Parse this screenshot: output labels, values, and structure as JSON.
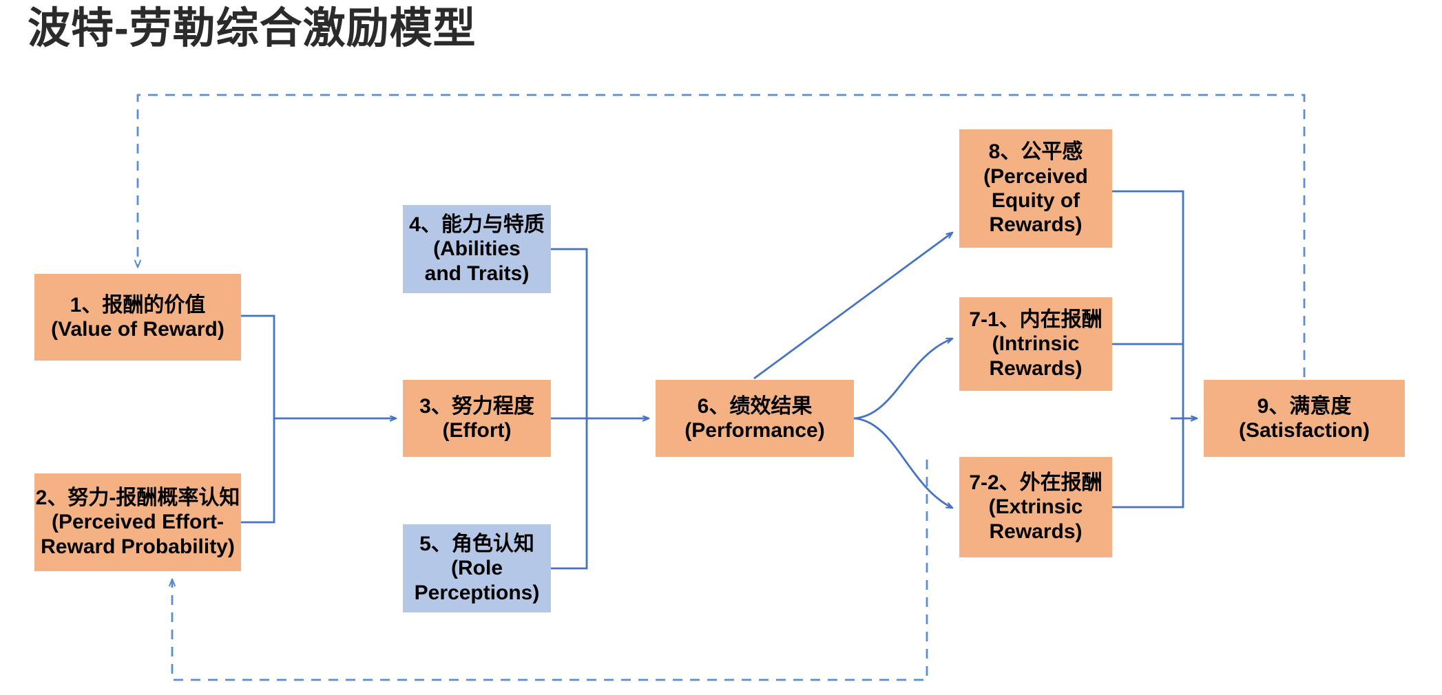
{
  "title": "波特-劳勒综合激励模型",
  "colors": {
    "orange_fill": "#F4B183",
    "blue_fill": "#B4C7E7",
    "connector": "#4472C4",
    "dashed_connector": "#5B8BD0",
    "title_text": "#2B2B2B",
    "node_text": "#000000"
  },
  "nodes": [
    {
      "id": "1",
      "name": "value-of-reward",
      "fill": "orange",
      "lines": [
        "1、报酬的价值",
        "(Value of Reward)"
      ],
      "zh": "1、报酬的价值",
      "en": "(Value of Reward)"
    },
    {
      "id": "2",
      "name": "perceived-effort-reward-probability",
      "fill": "orange",
      "lines": [
        "2、努力-报酬概率认知",
        "(Perceived Effort-",
        "Reward Probability)"
      ],
      "zh": "2、努力-报酬概率认知",
      "en": "(Perceived Effort-Reward Probability)"
    },
    {
      "id": "3",
      "name": "effort",
      "fill": "orange",
      "lines": [
        "3、努力程度",
        "(Effort)"
      ],
      "zh": "3、努力程度",
      "en": "(Effort)"
    },
    {
      "id": "4",
      "name": "abilities-and-traits",
      "fill": "blue",
      "lines": [
        "4、能力与特质",
        "(Abilities",
        "and Traits)"
      ],
      "zh": "4、能力与特质",
      "en": "(Abilities and Traits)"
    },
    {
      "id": "5",
      "name": "role-perceptions",
      "fill": "blue",
      "lines": [
        "5、角色认知",
        "(Role",
        "Perceptions)"
      ],
      "zh": "5、角色认知",
      "en": "(Role Perceptions)"
    },
    {
      "id": "6",
      "name": "performance",
      "fill": "orange",
      "lines": [
        "6、绩效结果",
        "(Performance)"
      ],
      "zh": "6、绩效结果",
      "en": "(Performance)"
    },
    {
      "id": "7-1",
      "name": "intrinsic-rewards",
      "fill": "orange",
      "lines": [
        "7-1、内在报酬",
        "(Intrinsic",
        "Rewards)"
      ],
      "zh": "7-1、内在报酬",
      "en": "(Intrinsic Rewards)"
    },
    {
      "id": "7-2",
      "name": "extrinsic-rewards",
      "fill": "orange",
      "lines": [
        "7-2、外在报酬",
        "(Extrinsic",
        "Rewards)"
      ],
      "zh": "7-2、外在报酬",
      "en": "(Extrinsic Rewards)"
    },
    {
      "id": "8",
      "name": "perceived-equity-of-rewards",
      "fill": "orange",
      "lines": [
        "8、公平感",
        "(Perceived",
        "Equity of",
        "Rewards)"
      ],
      "zh": "8、公平感",
      "en": "(Perceived Equity of Rewards)"
    },
    {
      "id": "9",
      "name": "satisfaction",
      "fill": "orange",
      "lines": [
        "9、满意度",
        "(Satisfaction)"
      ],
      "zh": "9、满意度",
      "en": "(Satisfaction)"
    }
  ],
  "node_text": {
    "n1_l1": "1、报酬的价值",
    "n1_l2": "(Value of Reward)",
    "n2_l1": "2、努力-报酬概率认知",
    "n2_l2": "(Perceived Effort-",
    "n2_l3": "Reward Probability)",
    "n3_l1": "3、努力程度",
    "n3_l2": "(Effort)",
    "n4_l1": "4、能力与特质",
    "n4_l2": "(Abilities",
    "n4_l3": "and Traits)",
    "n5_l1": "5、角色认知",
    "n5_l2": "(Role",
    "n5_l3": "Perceptions)",
    "n6_l1": "6、绩效结果",
    "n6_l2": "(Performance)",
    "n71_l1": "7-1、内在报酬",
    "n71_l2": "(Intrinsic",
    "n71_l3": "Rewards)",
    "n72_l1": "7-2、外在报酬",
    "n72_l2": "(Extrinsic",
    "n72_l3": "Rewards)",
    "n8_l1": "8、公平感",
    "n8_l2": "(Perceived",
    "n8_l3": "Equity of",
    "n8_l4": "Rewards)",
    "n9_l1": "9、满意度",
    "n9_l2": "(Satisfaction)"
  },
  "edges": [
    {
      "name": "edge-1-to-3",
      "from": "1",
      "to": "3",
      "style": "solid",
      "arrow": true
    },
    {
      "name": "edge-2-to-3",
      "from": "2",
      "to": "3",
      "style": "solid",
      "arrow": true
    },
    {
      "name": "edge-4-to-6",
      "from": "4",
      "to": "6",
      "style": "solid",
      "arrow": false
    },
    {
      "name": "edge-3-to-6",
      "from": "3",
      "to": "6",
      "style": "solid",
      "arrow": true
    },
    {
      "name": "edge-5-to-6",
      "from": "5",
      "to": "6",
      "style": "solid",
      "arrow": false
    },
    {
      "name": "edge-6-to-8",
      "from": "6",
      "to": "8",
      "style": "solid",
      "arrow": true
    },
    {
      "name": "edge-6-to-7-1",
      "from": "6",
      "to": "7-1",
      "style": "curved",
      "arrow": true
    },
    {
      "name": "edge-6-to-7-2",
      "from": "6",
      "to": "7-2",
      "style": "curved",
      "arrow": true
    },
    {
      "name": "edge-7-1-to-9",
      "from": "7-1",
      "to": "9",
      "style": "solid",
      "arrow": true
    },
    {
      "name": "edge-7-2-to-9",
      "from": "7-2",
      "to": "9",
      "style": "solid",
      "arrow": true
    },
    {
      "name": "edge-8-to-9",
      "from": "8",
      "to": "9",
      "style": "solid",
      "arrow": false
    },
    {
      "name": "feedback-9-to-1",
      "from": "9",
      "to": "1",
      "style": "dashed",
      "arrow": true
    },
    {
      "name": "feedback-6-to-2",
      "from": "6",
      "to": "2",
      "style": "dashed",
      "arrow": true
    }
  ]
}
